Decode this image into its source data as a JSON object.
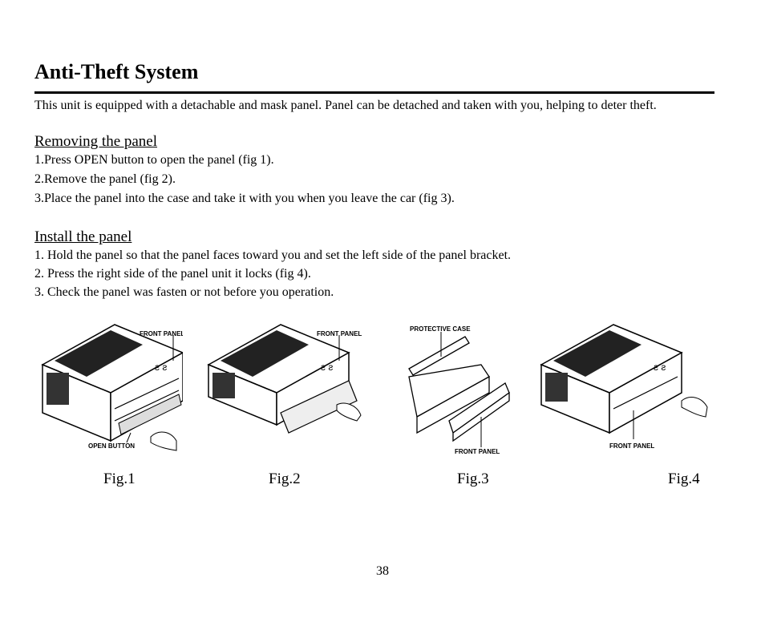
{
  "title": "Anti-Theft System",
  "intro": "This unit is equipped with a detachable and mask panel. Panel can be detached and taken with you, helping to deter theft.",
  "removing": {
    "heading": "Removing the panel",
    "steps": [
      "1.Press OPEN button to open the panel (fig 1).",
      "2.Remove the panel (fig 2).",
      "3.Place the panel into the case and take it with you when you leave the car (fig 3)."
    ]
  },
  "install": {
    "heading": "Install the panel",
    "steps": [
      "1. Hold the panel so that the panel faces toward you and set the left side of the panel bracket.",
      "2. Press the right side of the panel unit it locks (fig 4).",
      "3. Check the panel was fasten or not before you operation."
    ]
  },
  "figures": [
    {
      "label": "Fig.1",
      "callouts": [
        "FRONT PANEL",
        "OPEN BUTTON"
      ]
    },
    {
      "label": "Fig.2",
      "callouts": [
        "FRONT PANEL"
      ]
    },
    {
      "label": "Fig.3",
      "callouts": [
        "PROTECTIVE CASE",
        "FRONT PANEL"
      ]
    },
    {
      "label": "Fig.4",
      "callouts": [
        "FRONT PANEL"
      ]
    }
  ],
  "page_number": "38"
}
